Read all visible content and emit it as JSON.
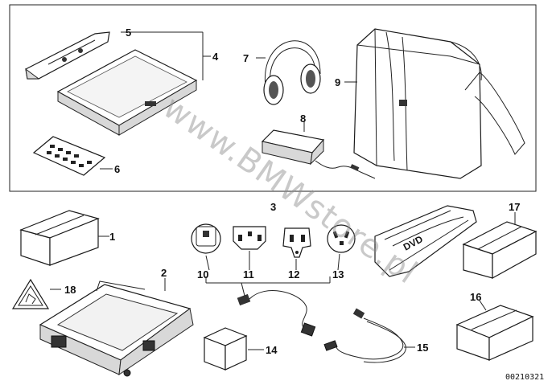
{
  "labels": {
    "l1": "1",
    "l2": "2",
    "l3": "3",
    "l4": "4",
    "l5": "5",
    "l6": "6",
    "l7": "7",
    "l8": "8",
    "l9": "9",
    "l10": "10",
    "l11": "11",
    "l12": "12",
    "l13": "13",
    "l14": "14",
    "l15": "15",
    "l16": "16",
    "l17": "17",
    "l18": "18"
  },
  "dvd_text": "DVD",
  "watermark": "www.BMWstore.pl",
  "diagram_code": "00210321"
}
